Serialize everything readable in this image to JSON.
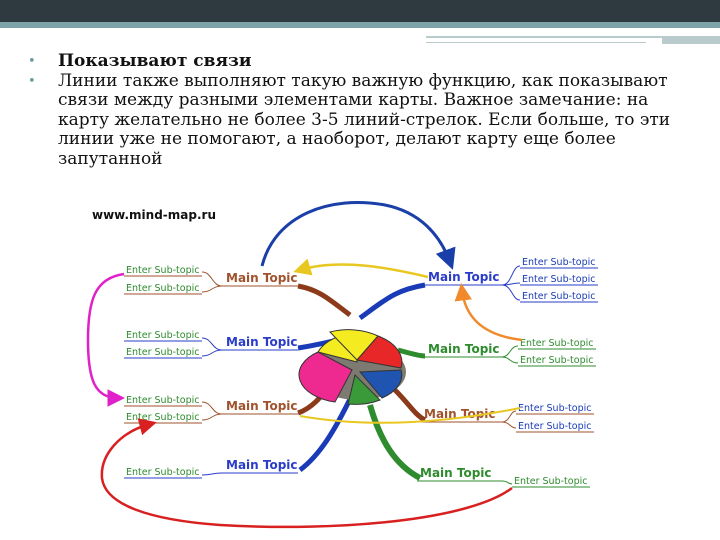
{
  "slide": {
    "bullets": [
      "Показывают связи",
      "Линии также выполняют такую важную функцию, как показывают связи между разными элементами карты. Важное замечание: на карту желательно не более 3-5 линий-стрелок. Если больше, то эти линии уже не помогают, а наоборот, делают карту еще более запутанной"
    ]
  },
  "diagram": {
    "source_label": "www.mind-map.ru",
    "main_topics_left": [
      "Main Topic",
      "Main Topic",
      "Main Topic",
      "Main Topic"
    ],
    "main_topics_right": [
      "Main Topic",
      "Main Topic",
      "Main Topic",
      "Main Topic"
    ],
    "subtopics_left": [
      [
        "Enter Sub-topic",
        "Enter Sub-topic"
      ],
      [
        "Enter Sub-topic",
        "Enter Sub-topic"
      ],
      [
        "Enter Sub-topic",
        "Enter Sub-topic"
      ],
      [
        "Enter Sub-topic"
      ]
    ],
    "subtopics_right": [
      [
        "Enter Sub-topic",
        "Enter Sub-topic",
        "Enter Sub-topic"
      ],
      [
        "Enter Sub-topic",
        "Enter Sub-topic"
      ],
      [
        "Enter Sub-topic",
        "Enter Sub-topic"
      ],
      [
        "Enter Sub-topic"
      ]
    ],
    "colors": {
      "main_topic_text": "#2a3cc8",
      "left_main_topic_text": "#a0522d",
      "branch_brown": "#8b3a1a",
      "branch_blue": "#1a3bb8",
      "branch_green": "#2e8b2e",
      "arrow_blue": "#1b3fa8",
      "arrow_yellow": "#e8c820",
      "arrow_magenta": "#e020c8",
      "arrow_orange": "#f08a2a",
      "arrow_red": "#d82020",
      "pie_yellow": "#f4ec20",
      "pie_red": "#e82828",
      "pie_blue": "#1f55b0",
      "pie_green": "#3a9a3a",
      "pie_magenta": "#ee2a90",
      "bullet_marker": "#6a9aa0"
    }
  }
}
